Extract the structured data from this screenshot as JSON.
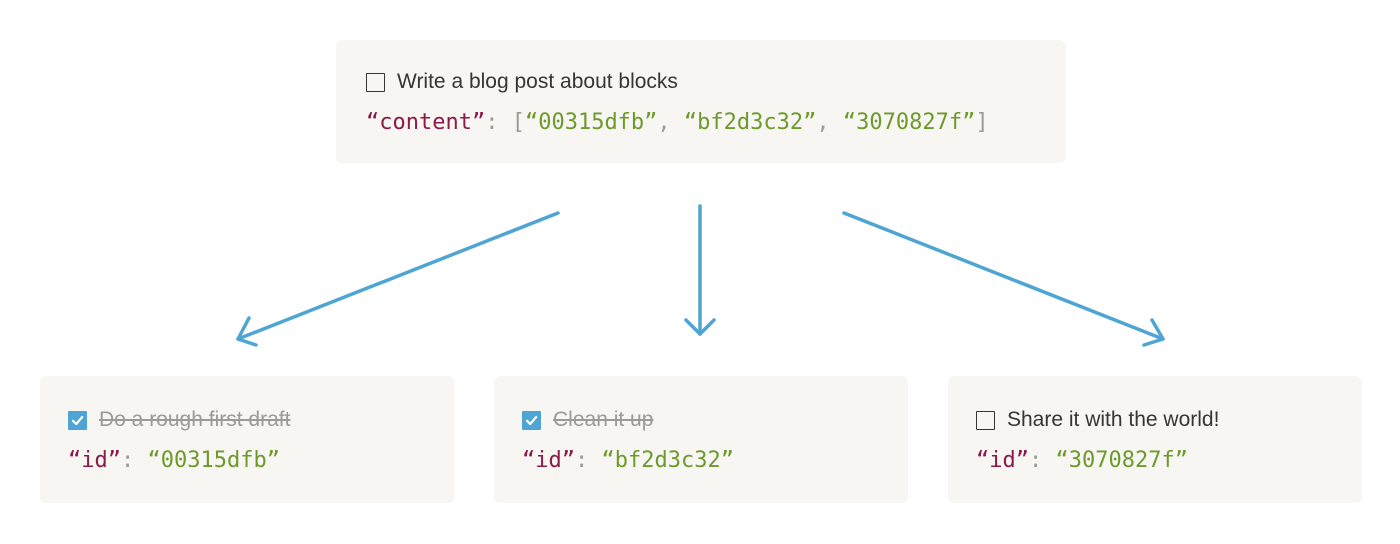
{
  "colors": {
    "card_bg": "#f7f6f3",
    "arrow": "#4ea5d3",
    "key": "#8c1a4a",
    "string": "#6e9a2c",
    "punctuation": "#9b9a97",
    "text": "#37352f",
    "done_text": "#9b9a97",
    "checked_box": "#4ea5d3"
  },
  "parent": {
    "checked": false,
    "label": "Write a blog post about blocks",
    "key": "“content”",
    "colon": ":",
    "open_bracket": "[",
    "close_bracket": "]",
    "comma": ",",
    "content": [
      "“00315dfb”",
      "“bf2d3c32”",
      "“3070827f”"
    ]
  },
  "children": [
    {
      "checked": true,
      "label": "Do a rough first draft",
      "key": "“id”",
      "colon": ":",
      "id": "“00315dfb”"
    },
    {
      "checked": true,
      "label": "Clean it up",
      "key": "“id”",
      "colon": ":",
      "id": "“bf2d3c32”"
    },
    {
      "checked": false,
      "label": "Share it with the world!",
      "key": "“id”",
      "colon": ":",
      "id": "“3070827f”"
    }
  ],
  "icons": {
    "unchecked": "checkbox-empty-icon",
    "checked": "checkbox-checked-icon",
    "arrow": "arrow-down-icon"
  }
}
